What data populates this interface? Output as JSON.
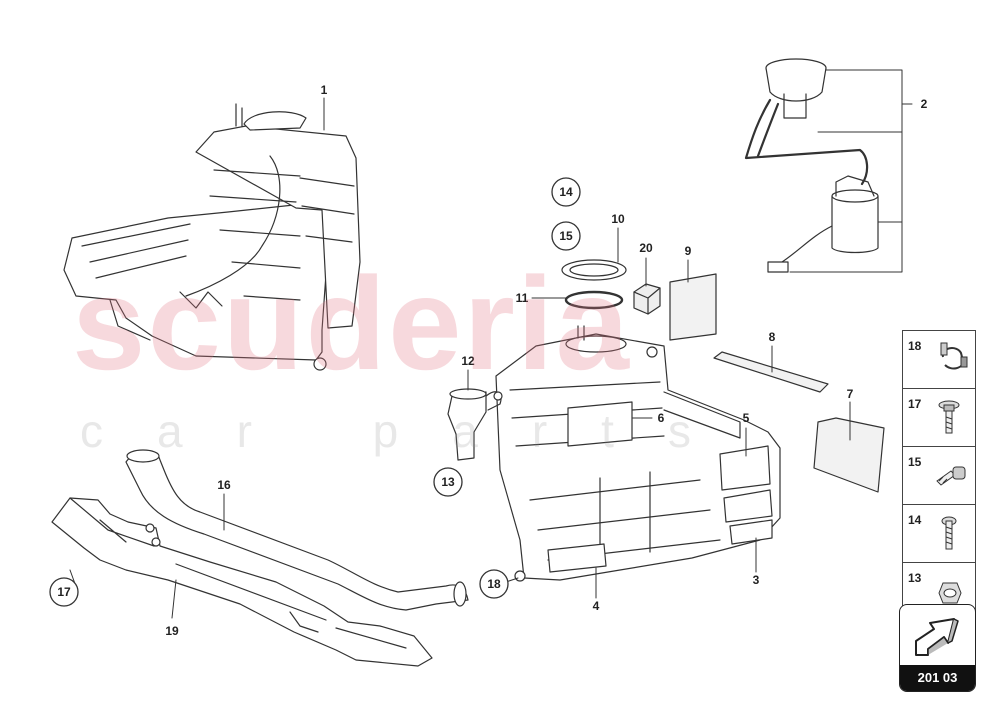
{
  "watermark": {
    "brand": "scuderia",
    "tagline": "car parts"
  },
  "callouts": [
    {
      "id": "c1",
      "label": "1",
      "circled": false
    },
    {
      "id": "c2",
      "label": "2",
      "circled": false
    },
    {
      "id": "c3",
      "label": "3",
      "circled": false
    },
    {
      "id": "c4",
      "label": "4",
      "circled": false
    },
    {
      "id": "c5",
      "label": "5",
      "circled": false
    },
    {
      "id": "c6",
      "label": "6",
      "circled": false
    },
    {
      "id": "c7",
      "label": "7",
      "circled": false
    },
    {
      "id": "c8",
      "label": "8",
      "circled": false
    },
    {
      "id": "c9",
      "label": "9",
      "circled": false
    },
    {
      "id": "c10",
      "label": "10",
      "circled": false
    },
    {
      "id": "c11",
      "label": "11",
      "circled": false
    },
    {
      "id": "c12",
      "label": "12",
      "circled": false
    },
    {
      "id": "c16",
      "label": "16",
      "circled": false
    },
    {
      "id": "c19",
      "label": "19",
      "circled": false
    },
    {
      "id": "c20",
      "label": "20",
      "circled": false
    },
    {
      "id": "c13",
      "label": "13",
      "circled": true
    },
    {
      "id": "c14",
      "label": "14",
      "circled": true
    },
    {
      "id": "c15",
      "label": "15",
      "circled": true
    },
    {
      "id": "c17",
      "label": "17",
      "circled": true
    },
    {
      "id": "c18",
      "label": "18",
      "circled": true
    }
  ],
  "legend": [
    {
      "label": "18",
      "icon": "hose-clamp-icon"
    },
    {
      "label": "17",
      "icon": "bolt-icon"
    },
    {
      "label": "15",
      "icon": "key-icon"
    },
    {
      "label": "14",
      "icon": "screw-icon"
    },
    {
      "label": "13",
      "icon": "nut-icon"
    }
  ],
  "nav": {
    "label": "201 03",
    "icon": "next-page-arrow-icon"
  }
}
